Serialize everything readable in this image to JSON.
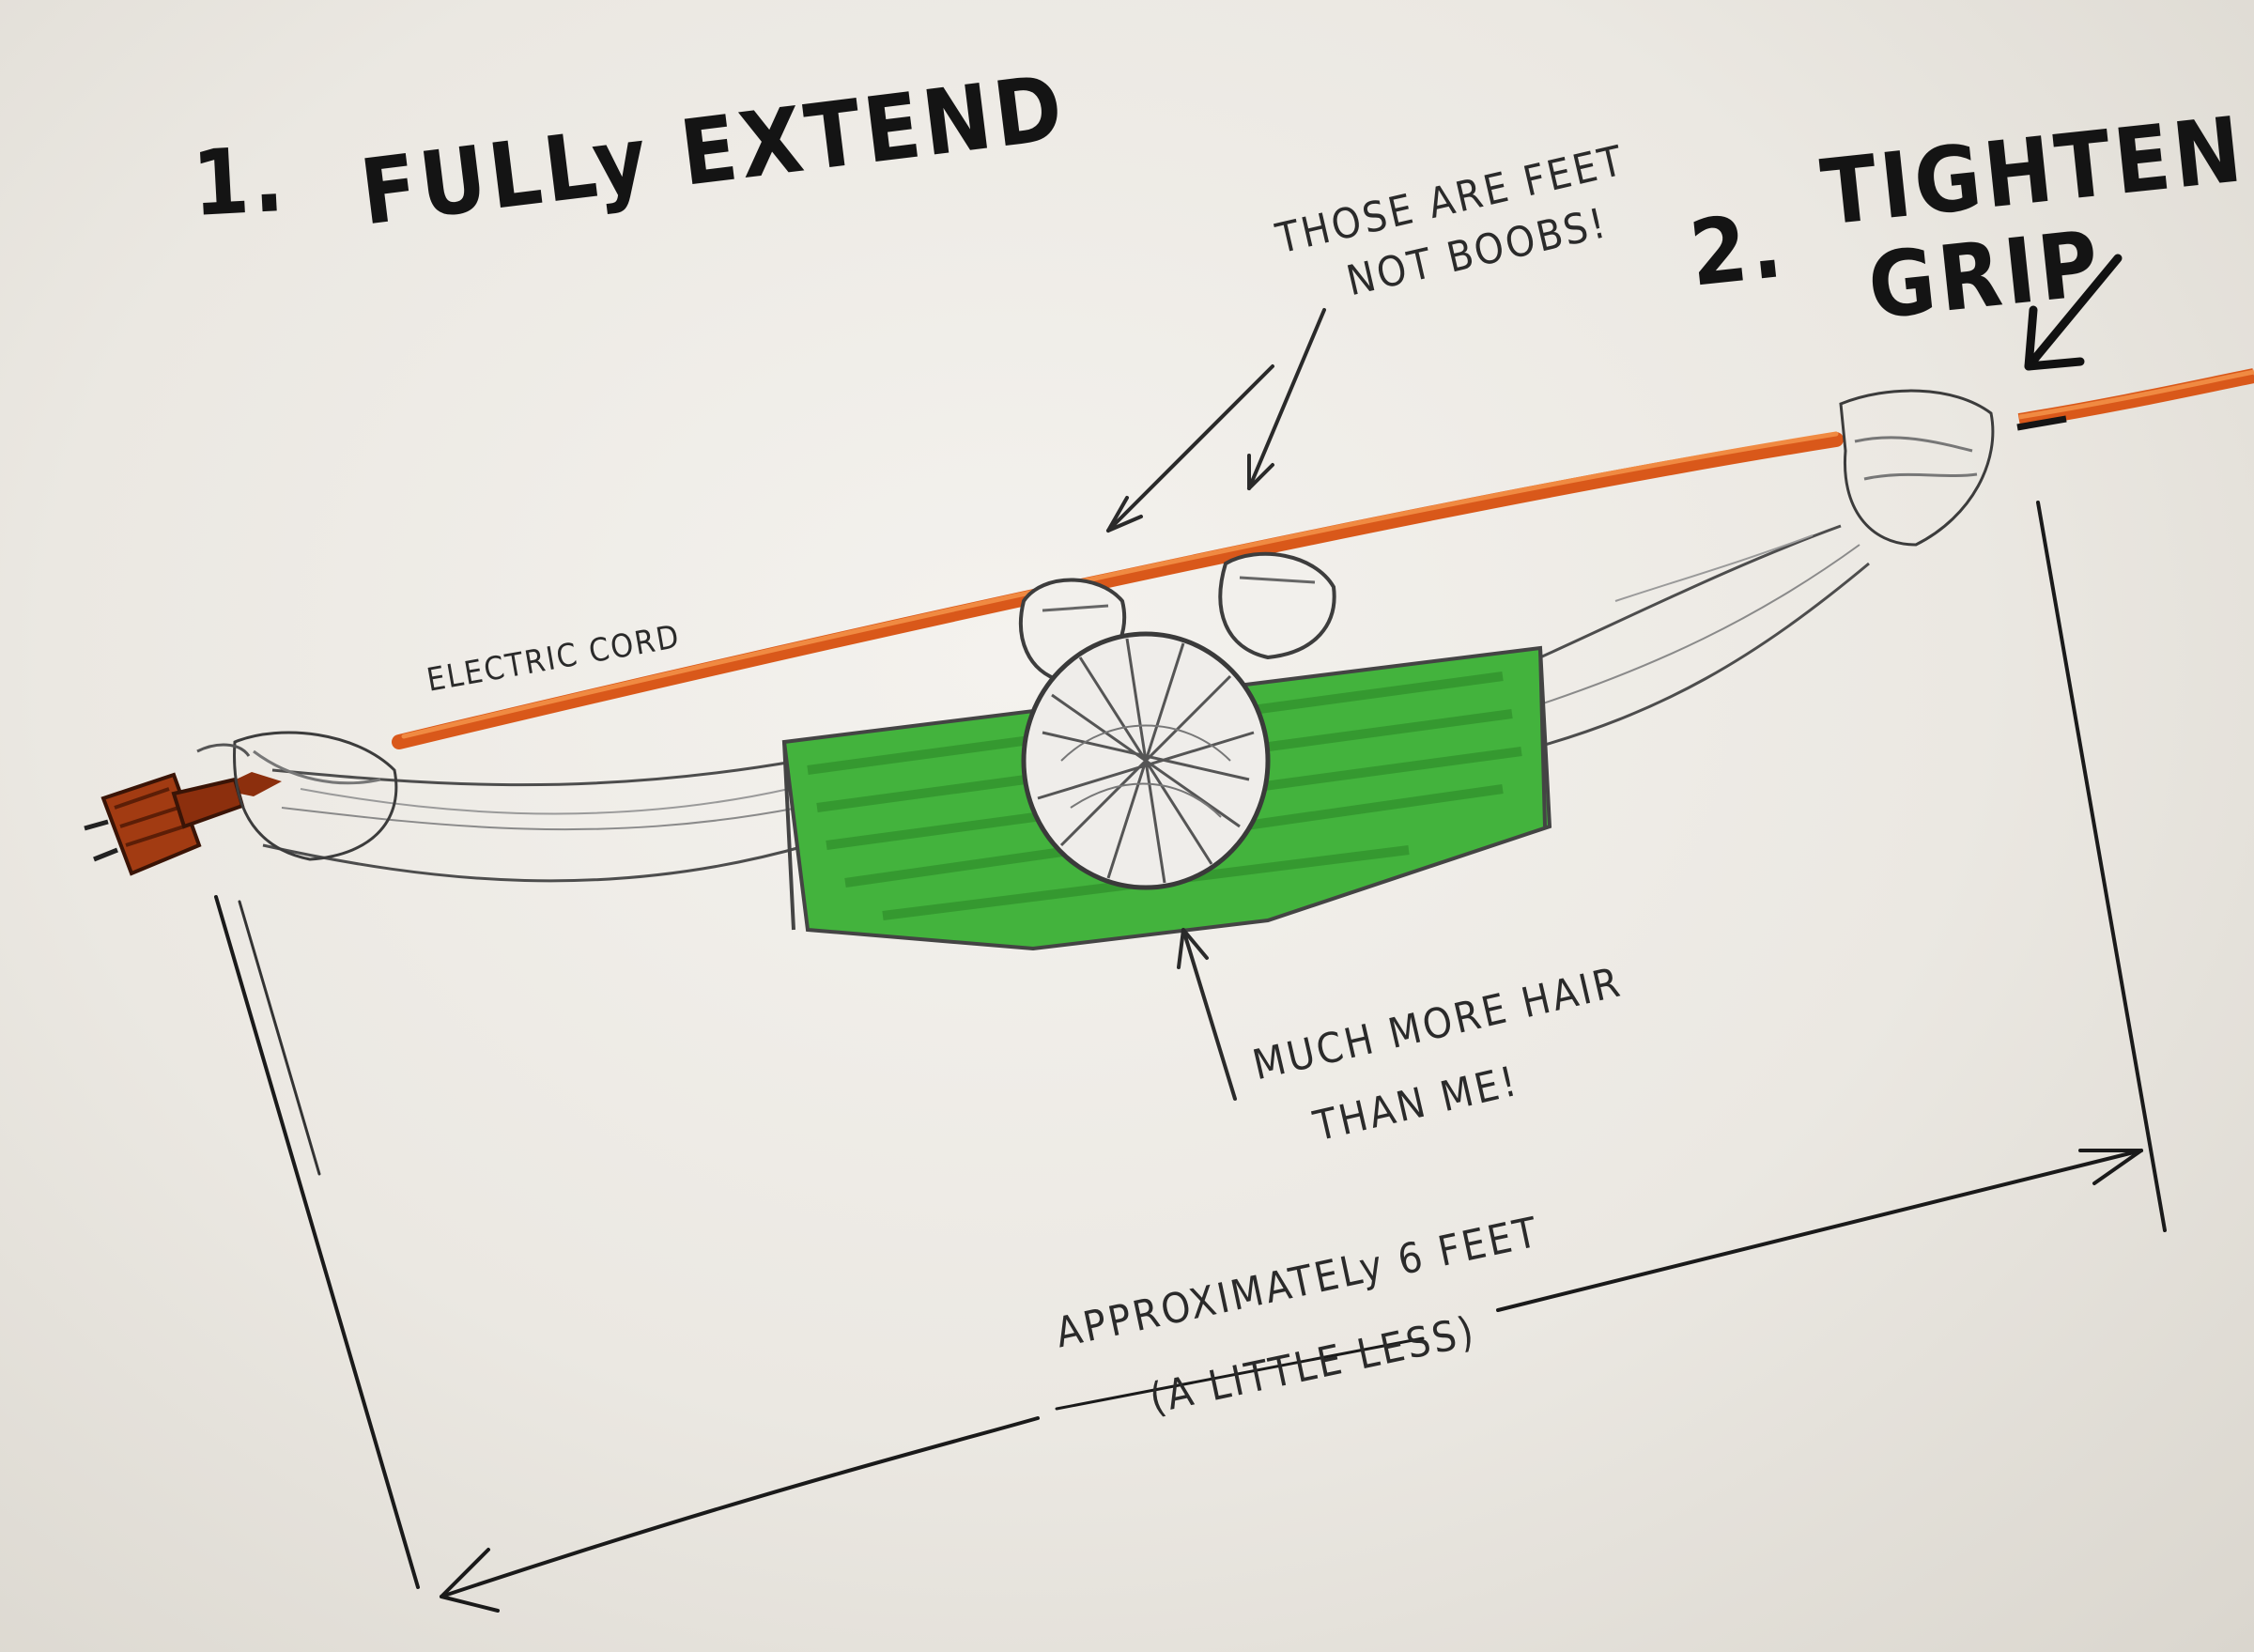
{
  "step1": {
    "number": "1.",
    "text": "FULLy EXTEND"
  },
  "step2": {
    "number": "2.",
    "line1": "TIGHTEN",
    "line2": "GRIP"
  },
  "notes": {
    "feet": [
      "THOSE ARE FEET",
      "NOT BOOBS!"
    ],
    "hair": [
      "MUCH MORE HAIR",
      "THAN ME!"
    ],
    "cord": "ELECTRIC CORD"
  },
  "measurement": {
    "line1": "APPROXIMATELy 6 FEET",
    "line2": "(A LITTLE LESS)"
  },
  "colors": {
    "paper": "#eeebe6",
    "ink": "#141414",
    "cord": "#e0651f",
    "shirt": "#3fae3a",
    "plug": "#9e3a12",
    "pencil": "#5a5a5a"
  }
}
